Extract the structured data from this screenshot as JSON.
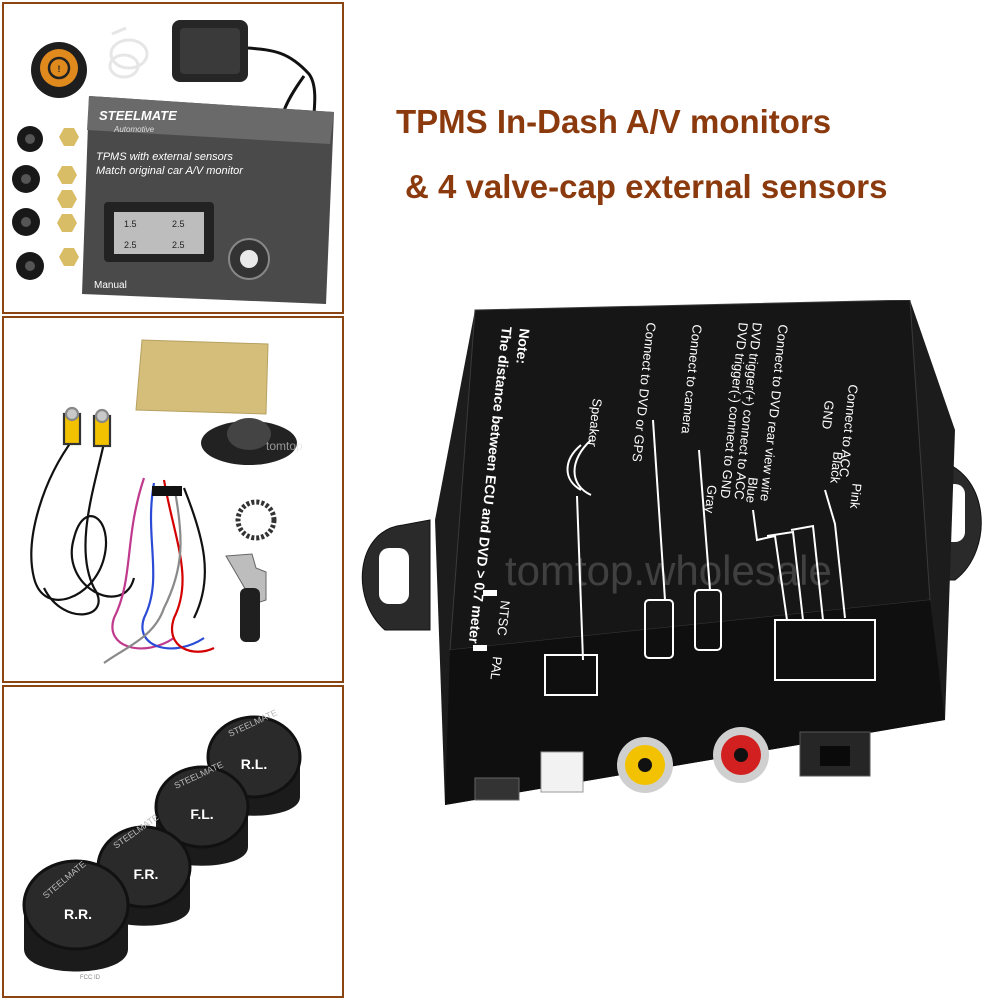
{
  "headline": {
    "line1": "TPMS In-Dash A/V monitors",
    "line2": "& 4 valve-cap external sensors"
  },
  "colors": {
    "headline": "#8b3a0e",
    "panel_border": "#8b4513"
  },
  "manual": {
    "brand": "STEELMATE",
    "subbrand": "Automotive",
    "line1": "TPMS with external sensors",
    "line2": "Match original car A/V monitor",
    "footer": "Manual",
    "screen_values": [
      "1.5",
      "2.5",
      "2.5",
      "2.5"
    ]
  },
  "box": {
    "note_title": "Note:",
    "note_text": "The distance between ECU and DVD > 0.7 meter",
    "wires": [
      {
        "label": "Connect to ACC",
        "color": "Pink"
      },
      {
        "label": "GND",
        "color": "Black"
      },
      {
        "label": "Connect to DVD rear view wire",
        "color": "Blue"
      },
      {
        "label": "DVD trigger(+) connect to ACC",
        "color": ""
      },
      {
        "label": "DVD trigger(-) connect to GND",
        "color": "Gray"
      },
      {
        "label": "Connect to camera",
        "color": ""
      },
      {
        "label": "Connect to DVD or GPS",
        "color": ""
      },
      {
        "label": "Speaker",
        "color": ""
      }
    ],
    "switch_ntsc": "NTSC",
    "switch_pal": "PAL"
  },
  "watermarks": {
    "main": "tomtop.wholesale",
    "small": "tomtop"
  },
  "sensors": {
    "brand": "STEELMATE",
    "positions": [
      "R.L.",
      "F.L.",
      "F.R.",
      "R.R."
    ],
    "fcc": "FCC ID"
  }
}
